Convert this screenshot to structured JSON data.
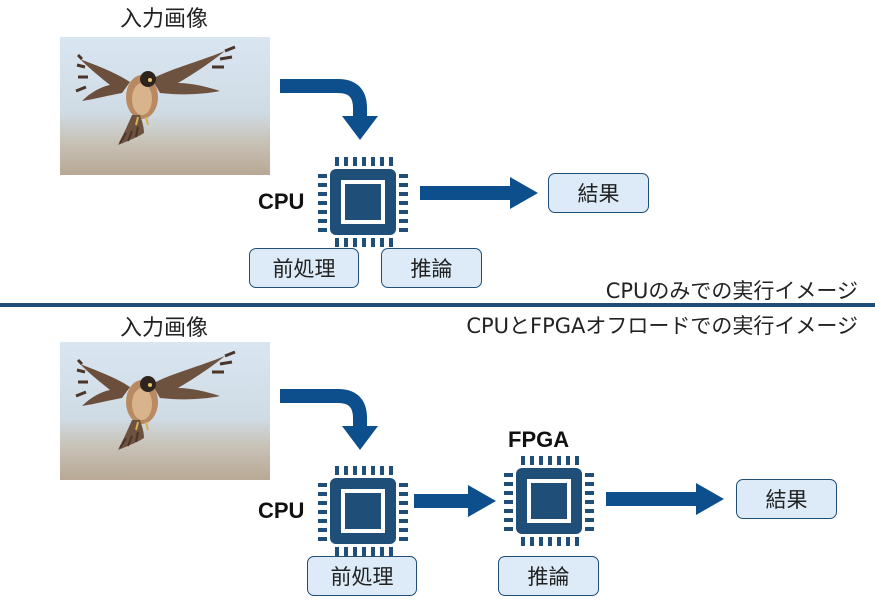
{
  "colors": {
    "arrow": "#0d4e8c",
    "chip": "#1f4e79",
    "box_fill": "#dcebf7",
    "divider": "#1f4e79"
  },
  "top": {
    "input_label": "入力画像",
    "cpu_label": "CPU",
    "result_label": "結果",
    "preprocess_label": "前処理",
    "inference_label": "推論",
    "caption": "CPUのみでの実行イメージ"
  },
  "bottom": {
    "caption": "CPUとFPGAオフロードでの実行イメージ",
    "input_label": "入力画像",
    "cpu_label": "CPU",
    "fpga_label": "FPGA",
    "result_label": "結果",
    "preprocess_label": "前処理",
    "inference_label": "推論"
  },
  "icons": {
    "chip": "cpu-chip-icon",
    "arrow": "arrow-right-icon",
    "photo": "falcon-photo"
  }
}
